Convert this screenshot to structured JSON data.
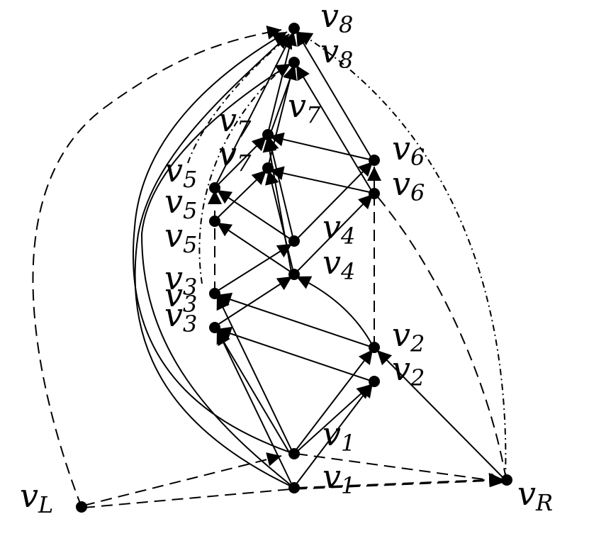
{
  "labels": {
    "v8a": {
      "main": "v",
      "sub": "8"
    },
    "v8b": {
      "main": "v",
      "sub": "8"
    },
    "v7a": {
      "main": "v",
      "sub": "7"
    },
    "v7b": {
      "main": "v",
      "sub": "7"
    },
    "v6a": {
      "main": "v",
      "sub": "6"
    },
    "v6b": {
      "main": "v",
      "sub": "6"
    },
    "v5a": {
      "main": "v",
      "sub": "5"
    },
    "v5b": {
      "main": "v",
      "sub": "5"
    },
    "v5c": {
      "main": "v",
      "sub": "5"
    },
    "v4a": {
      "main": "v",
      "sub": "4"
    },
    "v4b": {
      "main": "v",
      "sub": "4"
    },
    "v3a": {
      "main": "v",
      "sub": "3"
    },
    "v3b": {
      "main": "v",
      "sub": "3"
    },
    "v3c": {
      "main": "v",
      "sub": "3"
    },
    "v2a": {
      "main": "v",
      "sub": "2"
    },
    "v2b": {
      "main": "v",
      "sub": "2"
    },
    "v1a": {
      "main": "v",
      "sub": "1"
    },
    "v1b": {
      "main": "v",
      "sub": "1"
    },
    "vL": {
      "main": "v",
      "sub": "L"
    },
    "vR": {
      "main": "v",
      "sub": "R"
    }
  }
}
